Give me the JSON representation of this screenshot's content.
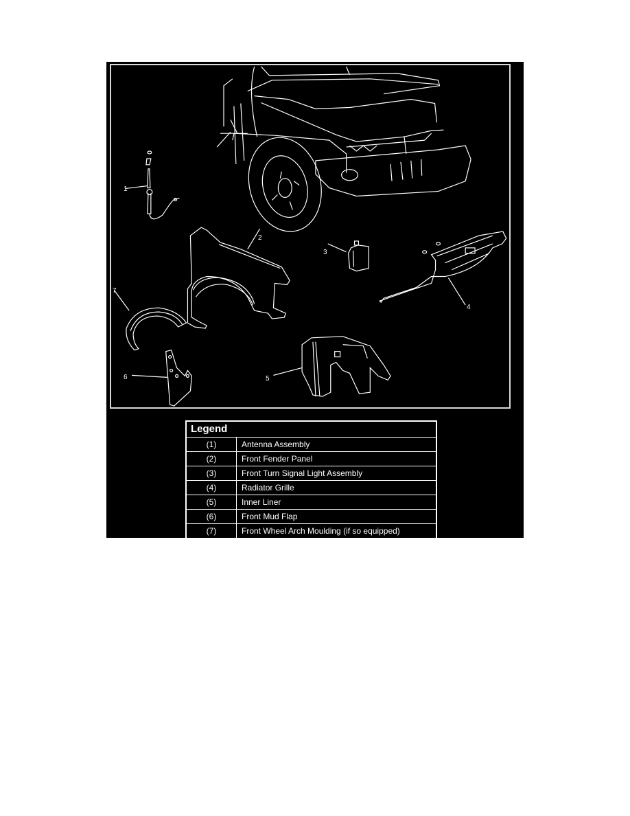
{
  "figure": {
    "description": "Front body panel exploded view",
    "callouts": [
      {
        "id": "1",
        "label": "1"
      },
      {
        "id": "2",
        "label": "2"
      },
      {
        "id": "3",
        "label": "3"
      },
      {
        "id": "4",
        "label": "4"
      },
      {
        "id": "5",
        "label": "5"
      },
      {
        "id": "6",
        "label": "6"
      },
      {
        "id": "7",
        "label": "7"
      }
    ]
  },
  "legend": {
    "title": "Legend",
    "rows": [
      {
        "num": "(1)",
        "desc": "Antenna Assembly"
      },
      {
        "num": "(2)",
        "desc": "Front Fender Panel"
      },
      {
        "num": "(3)",
        "desc": "Front Turn Signal Light Assembly"
      },
      {
        "num": "(4)",
        "desc": "Radiator Grille"
      },
      {
        "num": "(5)",
        "desc": "Inner Liner"
      },
      {
        "num": "(6)",
        "desc": "Front Mud Flap"
      },
      {
        "num": "(7)",
        "desc": "Front Wheel Arch Moulding (if so equipped)"
      }
    ]
  }
}
